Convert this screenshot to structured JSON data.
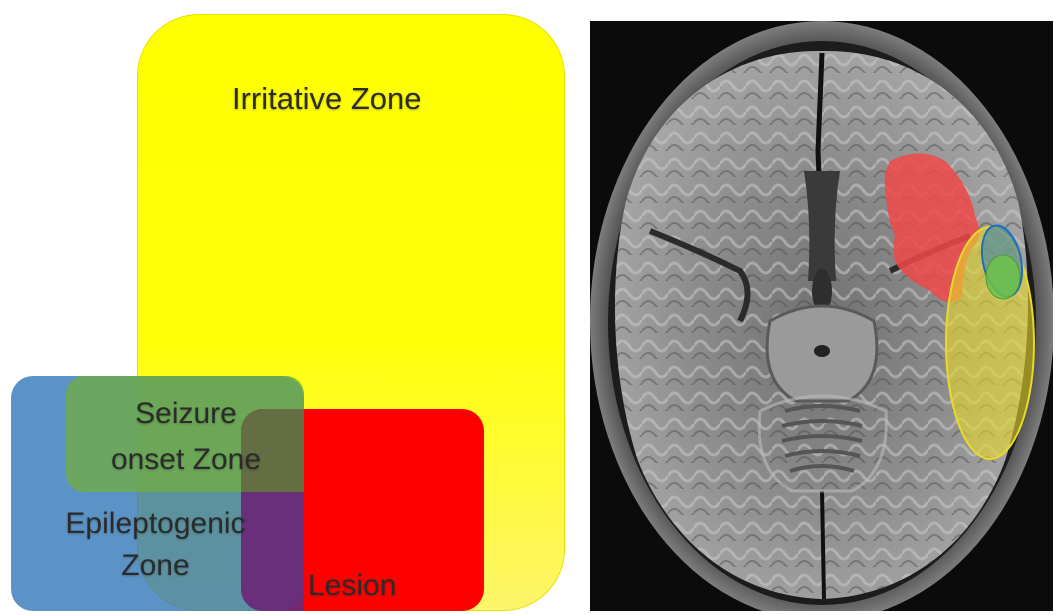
{
  "diagram": {
    "irritative_zone": {
      "label": "Irritative Zone",
      "color": "#ffff00"
    },
    "seizure_onset_zone": {
      "label_line1": "Seizure",
      "label_line2": "onset Zone",
      "color": "#70ad47"
    },
    "epileptogenic_zone": {
      "label_line1": "Epileptogenic",
      "label_line2": "Zone",
      "color": "#2e75b6"
    },
    "lesion": {
      "label": "Lesion",
      "color": "#ff0000"
    }
  },
  "mri_overlay": {
    "lesion_color": "#f04848",
    "irritative_color": "#e8d92a",
    "epileptogenic_color": "#1e6fb8",
    "seizure_onset_color": "#6cc24a"
  }
}
